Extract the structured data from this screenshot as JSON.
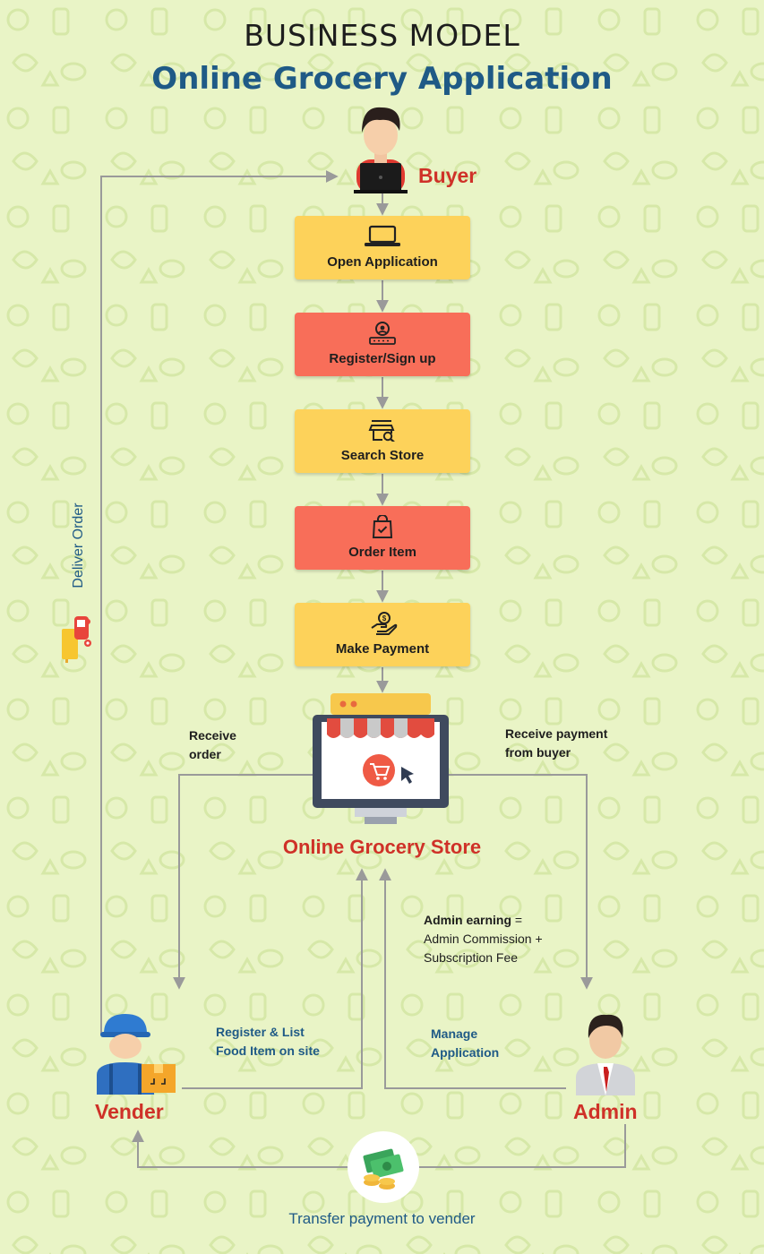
{
  "header": {
    "title": "BUSINESS MODEL",
    "subtitle": "Online Grocery Application"
  },
  "buyer": {
    "label": "Buyer"
  },
  "steps": [
    {
      "label": "Open Application",
      "icon": "laptop-icon",
      "color": "#fdd25a"
    },
    {
      "label": "Register/Sign up",
      "icon": "user-register-icon",
      "color": "#f86e59"
    },
    {
      "label": "Search Store",
      "icon": "store-search-icon",
      "color": "#fdd25a"
    },
    {
      "label": "Order Item",
      "icon": "shopping-bag-icon",
      "color": "#f86e59"
    },
    {
      "label": "Make Payment",
      "icon": "hand-coin-icon",
      "color": "#fdd25a"
    }
  ],
  "store": {
    "label": "Online Grocery Store"
  },
  "deliver": {
    "label": "Deliver Order"
  },
  "receive_order": {
    "line1": "Receive",
    "line2": "order"
  },
  "receive_payment": {
    "line1": "Receive payment",
    "line2": "from buyer"
  },
  "admin_earning": {
    "bold": "Admin earning",
    "eq": " =",
    "line2": "Admin Commission +",
    "line3": "Subscription Fee"
  },
  "register_list": {
    "line1": "Register & List",
    "line2": "Food Item on site"
  },
  "manage": {
    "line1": "Manage",
    "line2": "Application"
  },
  "vender": {
    "label": "Vender"
  },
  "admin": {
    "label": "Admin"
  },
  "transfer": {
    "label": "Transfer payment to vender"
  },
  "colors": {
    "background": "#e9f4c6",
    "yellow_step": "#fdd25a",
    "red_step": "#f86e59",
    "role_red": "#cf3128",
    "title_blue": "#1f5a86",
    "arrow_gray": "#9a9a9a"
  }
}
